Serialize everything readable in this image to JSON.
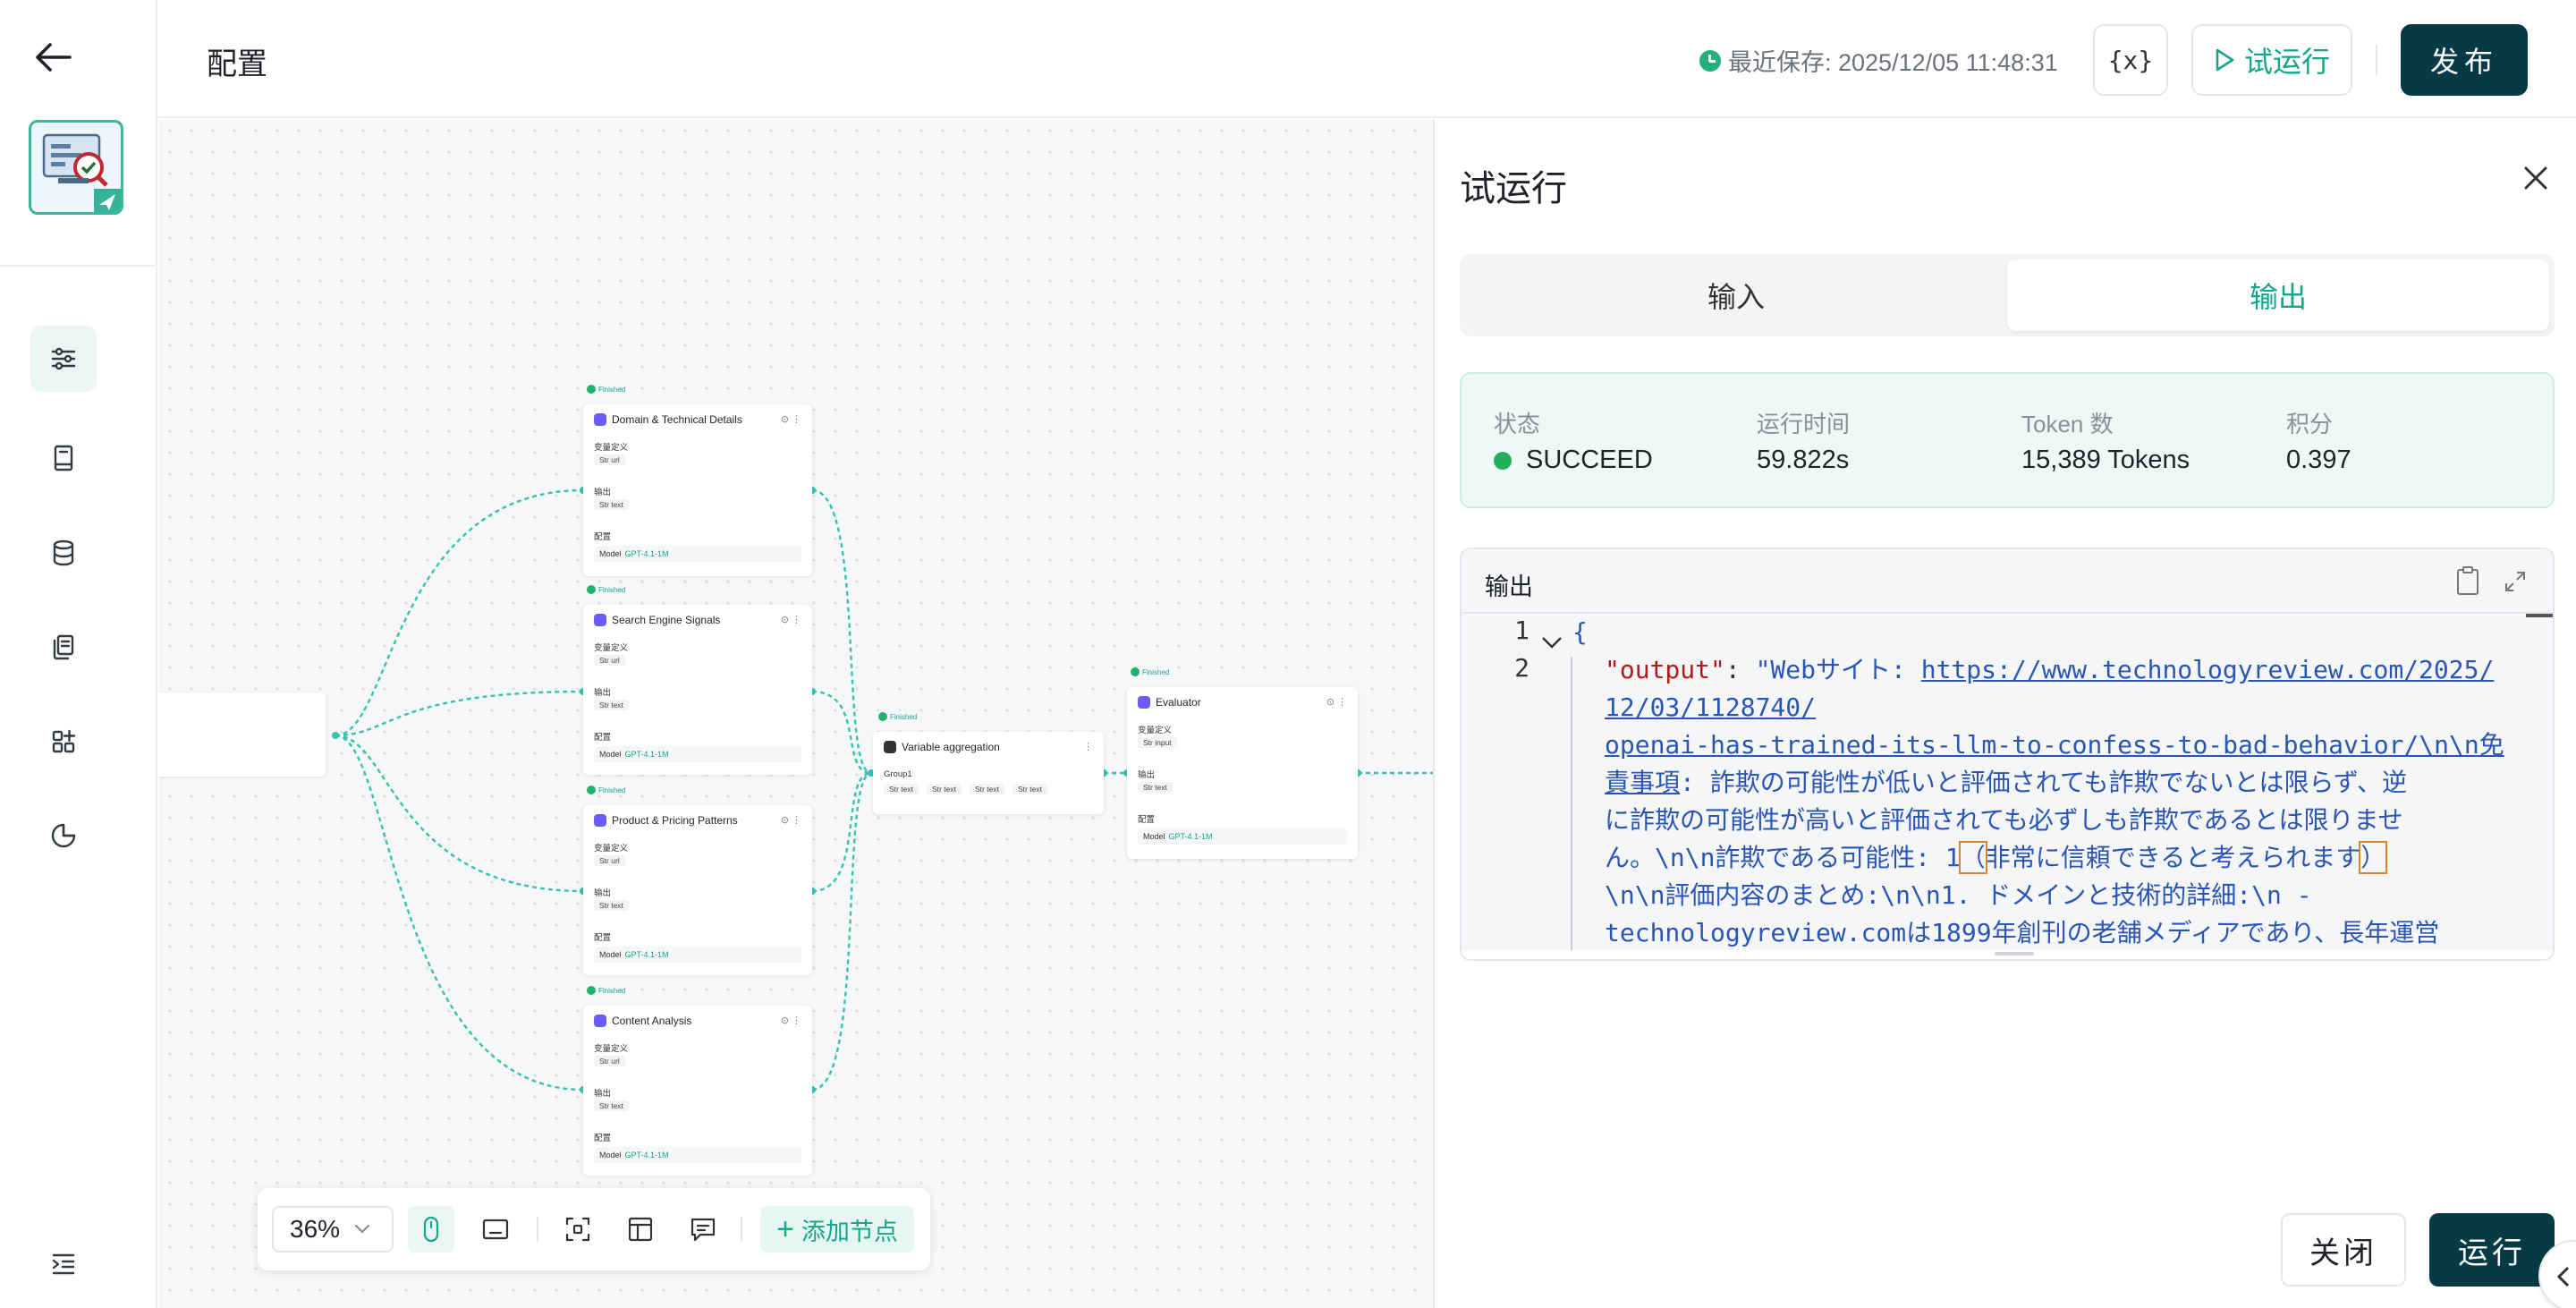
{
  "header": {
    "title": "配置",
    "last_saved": "最近保存: 2025/12/05 11:48:31",
    "variables_label": "{x}",
    "test_run_label": "试运行",
    "publish_label": "发布"
  },
  "canvas": {
    "finished_label": "Finished",
    "var_def_label": "变量定义",
    "output_label": "输出",
    "config_label": "配置",
    "model_label": "Model",
    "model_name": "GPT-4.1-1M",
    "nodes": [
      {
        "title": "Domain & Technical Details",
        "input": "Str url",
        "output": "Str text"
      },
      {
        "title": "Search Engine Signals",
        "input": "Str url",
        "output": "Str text"
      },
      {
        "title": "Product & Pricing Patterns",
        "input": "Str url",
        "output": "Str text"
      },
      {
        "title": "Content Analysis",
        "input": "Str url",
        "output": "Str text"
      }
    ],
    "aggregation": {
      "title": "Variable aggregation",
      "group": "Group1",
      "items": [
        "Str text",
        "Str text",
        "Str text",
        "Str text"
      ]
    },
    "evaluator": {
      "title": "Evaluator",
      "input": "Str input",
      "output": "Str text"
    }
  },
  "toolbar": {
    "zoom": "36%",
    "add_node_label": "添加节点"
  },
  "panel": {
    "title": "试运行",
    "tabs": [
      "输入",
      "输出"
    ],
    "status": {
      "status_label": "状态",
      "status_value": "SUCCEED",
      "runtime_label": "运行时间",
      "runtime_value": "59.822s",
      "tokens_label": "Token 数",
      "tokens_value": "15,389 Tokens",
      "points_label": "积分",
      "points_value": "0.397"
    },
    "output": {
      "title": "输出",
      "line_numbers": [
        "1",
        "2"
      ],
      "lines": [
        "{",
        {
          "key": "\"output\"",
          "colon": ": ",
          "prefix": "\"Webサイト: ",
          "link": "https://www.technologyreview.com/2025/"
        },
        "12/03/1128740/",
        {
          "link": "openai-has-trained-its-llm-to-confess-to-bad-behavior/\\n\\n免",
          "text": ""
        },
        {
          "link": "責事項",
          "text": ": 詐欺の可能性が低いと評価されても詐欺でないとは限らず、逆"
        },
        "に詐欺の可能性が高いと評価されても必ずしも詐欺であるとは限りませ",
        {
          "a": "ん。\\n\\n詐欺である可能性: 1",
          "b": "（",
          "c": "非常に信頼できると考えられます",
          "d": "）"
        },
        "\\n\\n評価内容のまとめ:\\n\\n1. ドメインと技術的詳細:\\n   -",
        "technologyreview.comは1899年創刊の老舗メディアであり、長年運営"
      ]
    },
    "close_label": "关闭",
    "run_label": "运行"
  }
}
